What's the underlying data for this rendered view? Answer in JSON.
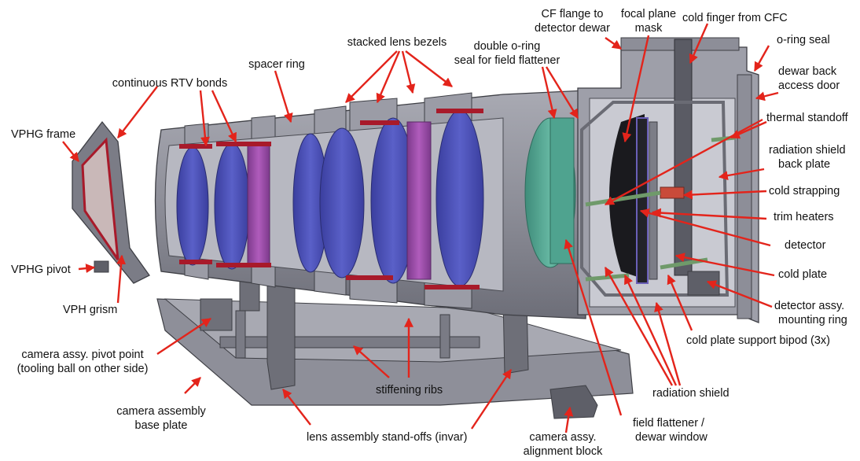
{
  "labels": {
    "vphg_frame": "VPHG frame",
    "continuous_rtv_bonds": "continuous RTV bonds",
    "spacer_ring": "spacer ring",
    "stacked_lens_bezels": "stacked lens bezels",
    "double_oring_1": "double o-ring",
    "double_oring_2": "seal for field flattener",
    "cf_flange_1": "CF flange to",
    "cf_flange_2": "detector dewar",
    "focal_plane_1": "focal plane",
    "focal_plane_2": "mask",
    "cold_finger": "cold finger from CFC",
    "oring_seal": "o-ring seal",
    "dewar_back_1": "dewar back",
    "dewar_back_2": "access door",
    "thermal_standoff": "thermal standoff",
    "radiation_shield_back_1": "radiation shield",
    "radiation_shield_back_2": "back plate",
    "cold_strapping": "cold strapping",
    "trim_heaters": "trim heaters",
    "detector": "detector",
    "cold_plate": "cold plate",
    "detector_assy_1": "detector assy.",
    "detector_assy_2": "mounting ring",
    "cold_plate_bipod": "cold plate support bipod (3x)",
    "radiation_shield": "radiation shield",
    "field_flattener_1": "field flattener /",
    "field_flattener_2": "dewar window",
    "alignment_block_1": "camera assy.",
    "alignment_block_2": "alignment block",
    "standoffs": "lens assembly stand-offs (invar)",
    "stiffening_ribs": "stiffening ribs",
    "base_plate_1": "camera assembly",
    "base_plate_2": "base plate",
    "pivot_point_1": "camera assy. pivot point",
    "pivot_point_2": "(tooling ball on other side)",
    "vph_grism": "VPH grism",
    "vphg_pivot": "VPHG pivot"
  },
  "colors": {
    "arrow": "#e3241b",
    "housing": "#8d8e98",
    "housing_light": "#b9bac3",
    "housing_dark": "#5f6069",
    "lens_blue": "#4a4fb8",
    "lens_purple": "#9a4aa6",
    "lens_teal": "#4fa38f",
    "bond_red": "#a81a2a",
    "detector_black": "#1a1a1e"
  }
}
